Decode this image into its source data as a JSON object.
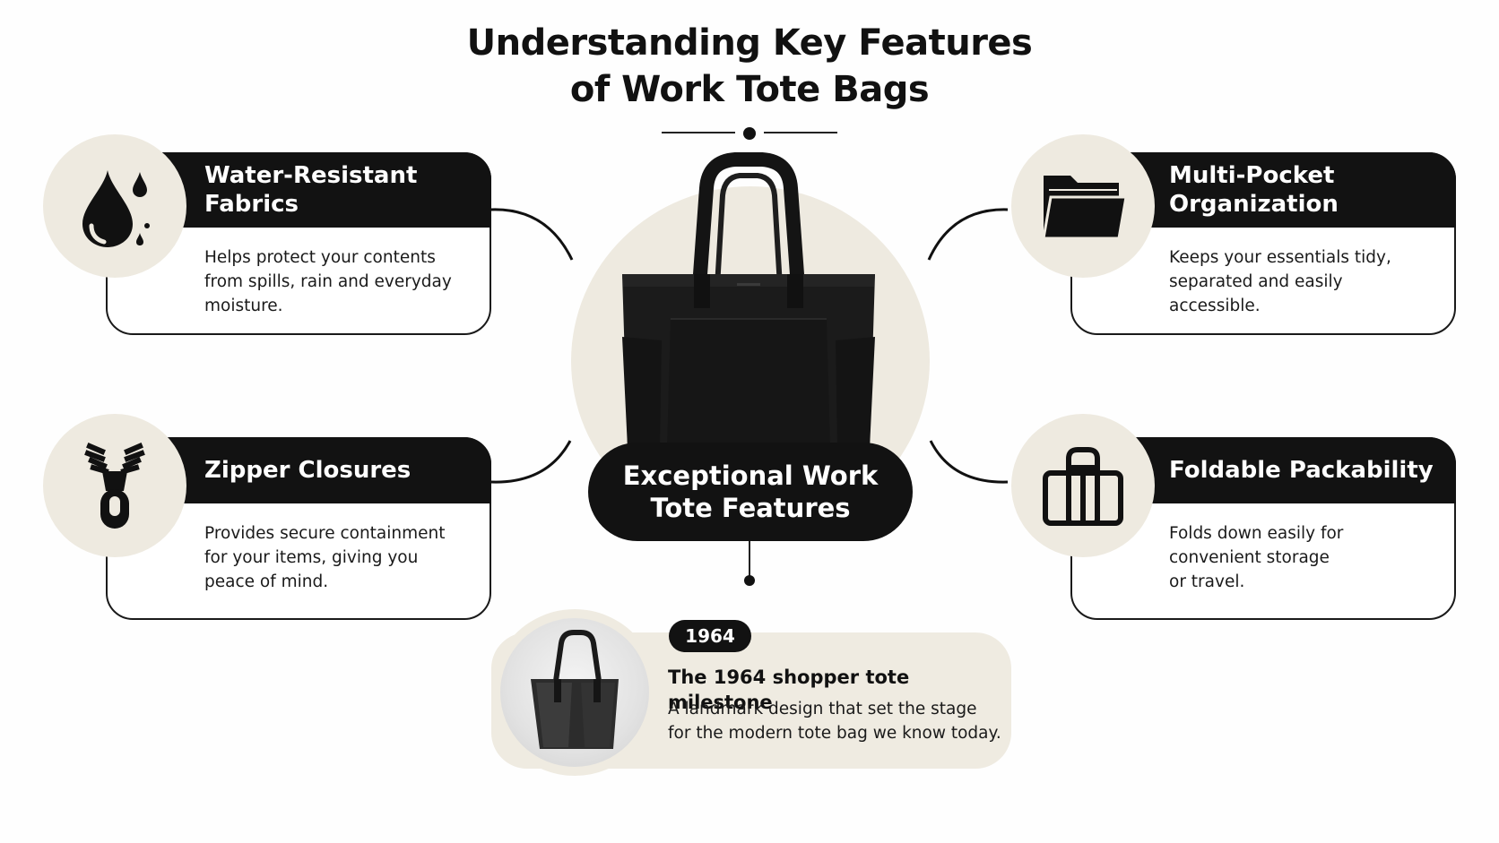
{
  "title": {
    "line1": "Understanding Key Features",
    "line2": "of Work Tote Bags"
  },
  "center": {
    "line1": "Exceptional Work",
    "line2": "Tote Features",
    "image_icon": "black-tote-bag"
  },
  "features": [
    {
      "title_line1": "Water-Resistant",
      "title_line2": "Fabrics",
      "desc_line1": "Helps protect your contents",
      "desc_line2": "from spills, rain and everyday",
      "desc_line3": "moisture.",
      "icon": "water-drop-icon"
    },
    {
      "title_line1": "Multi-Pocket",
      "title_line2": "Organization",
      "desc_line1": "Keeps your essentials tidy,",
      "desc_line2": "separated and easily",
      "desc_line3": "accessible.",
      "icon": "folder-icon"
    },
    {
      "title_line1": "Zipper Closures",
      "title_line2": "",
      "desc_line1": "Provides secure containment",
      "desc_line2": "for your items, giving you",
      "desc_line3": "peace of mind.",
      "icon": "zipper-icon"
    },
    {
      "title_line1": "Foldable Packability",
      "title_line2": "",
      "desc_line1": "Folds down easily for",
      "desc_line2": "convenient storage",
      "desc_line3": "or travel.",
      "icon": "folded-bag-icon"
    }
  ],
  "milestone": {
    "year": "1964",
    "title": "The 1964 shopper tote milestone",
    "desc_line1": "A landmark design that set the stage",
    "desc_line2": "for the modern tote bag we know today.",
    "image_icon": "vintage-tote-photo"
  },
  "colors": {
    "dark": "#121212",
    "cream": "#eeeae0",
    "background": "#fefefe"
  }
}
